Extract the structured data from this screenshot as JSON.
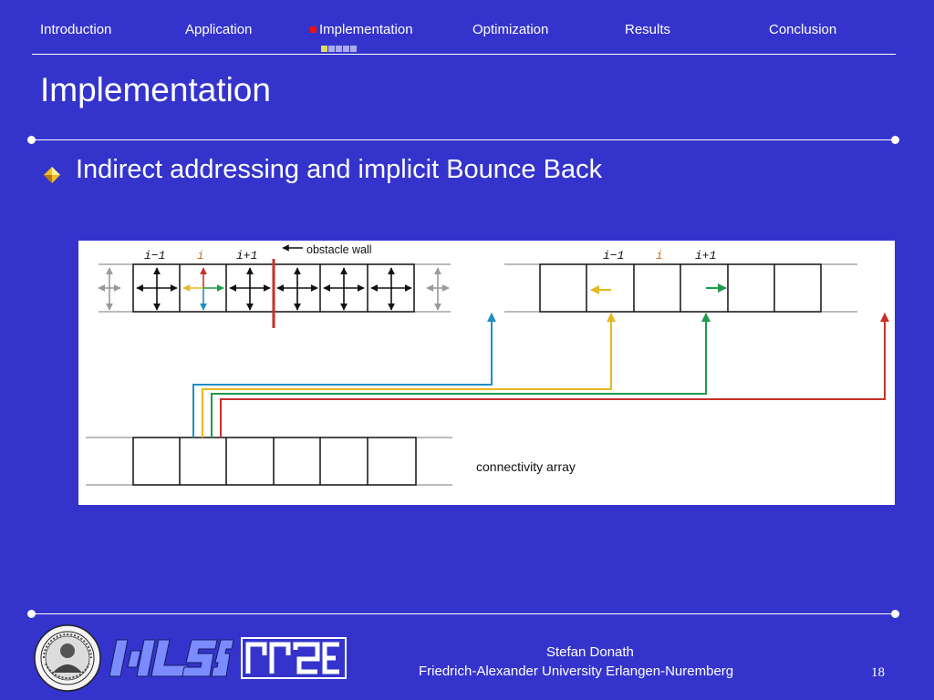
{
  "nav": {
    "items": [
      {
        "label": "Introduction",
        "active": false
      },
      {
        "label": "Application",
        "active": false
      },
      {
        "label": "Implementation",
        "active": true
      },
      {
        "label": "Optimization",
        "active": false
      },
      {
        "label": "Results",
        "active": false
      },
      {
        "label": "Conclusion",
        "active": false
      }
    ],
    "progress_colors": [
      "#dddd66",
      "#aaaaee",
      "#aaaaee",
      "#aaaaee",
      "#aaaaee"
    ]
  },
  "slide": {
    "title": "Implementation",
    "bullet": "Indirect addressing and implicit Bounce Back"
  },
  "figure": {
    "left_labels": [
      "i−1",
      "i",
      "i+1"
    ],
    "right_labels": [
      "i−1",
      "i",
      "i+1"
    ],
    "wall_label": "obstacle wall",
    "array_label": "connectivity array",
    "colors": {
      "blue": "#1f8fc4",
      "yellow": "#e8b820",
      "green": "#1f9a4a",
      "red": "#c8302a",
      "gray": "#9a9a9a",
      "black": "#111111",
      "label_orange": "#c86a1a"
    }
  },
  "footer": {
    "author": "Stefan Donath",
    "affiliation": "Friedrich-Alexander University Erlangen-Nuremberg",
    "page": "18"
  },
  "icons": {
    "seal": "university-seal-icon",
    "lss": "lss-logo-icon",
    "rrze": "rrze-logo-icon",
    "bullet": "diamond-bullet-icon"
  }
}
